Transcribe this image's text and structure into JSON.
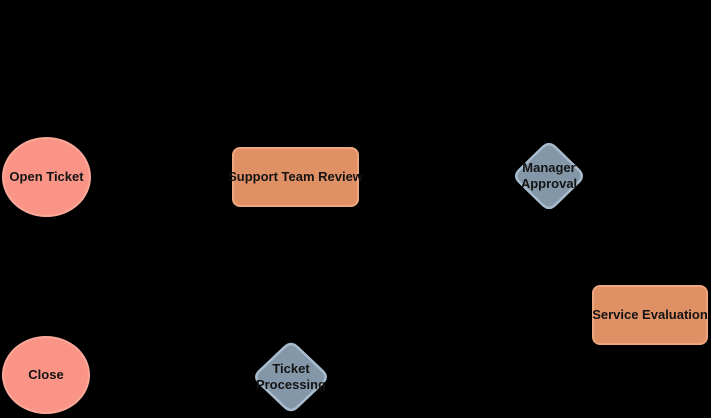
{
  "diagram": {
    "background_color": "#000000",
    "text_color": "#141414",
    "nodes": {
      "open_ticket": {
        "label": "Open Ticket",
        "shape": "ellipse",
        "fill": "#FA9486",
        "border": "#FBA89A"
      },
      "support_team_review": {
        "label": "Support Team Review",
        "shape": "rounded-rectangle",
        "fill": "#E09065",
        "border": "#EDA67E"
      },
      "manager_approval": {
        "label": "Manager Approval",
        "shape": "diamond",
        "fill": "#8497A9",
        "border": "#A9BCCD"
      },
      "service_evaluation": {
        "label": "Service Evaluation",
        "shape": "rounded-rectangle",
        "fill": "#E09065",
        "border": "#EDA67E"
      },
      "ticket_processing": {
        "label": "Ticket Processing",
        "shape": "diamond",
        "fill": "#8497A9",
        "border": "#A9BCCD"
      },
      "close": {
        "label": "Close",
        "shape": "ellipse",
        "fill": "#FA9486",
        "border": "#FBA89A"
      }
    }
  }
}
